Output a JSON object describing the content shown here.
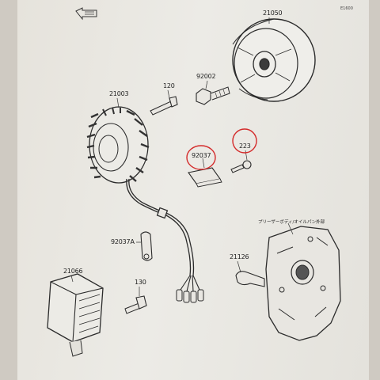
{
  "sheet_code": "E1600",
  "front_icon": "front-arrow-icon",
  "parts": {
    "flywheel": "21050",
    "stator": "21003",
    "bolt_120": "120",
    "bolt_92002": "92002",
    "plate_92037": "92037",
    "screw_223": "223",
    "clamp_92037a": "92037A",
    "regulator": "21066",
    "bolt_130": "130",
    "bracket_21126": "21126"
  },
  "cover_label": "プリーザーボディ/オイルパン外部",
  "highlight_color": "#d42a2a",
  "highlighted_parts": [
    "92037",
    "223"
  ]
}
